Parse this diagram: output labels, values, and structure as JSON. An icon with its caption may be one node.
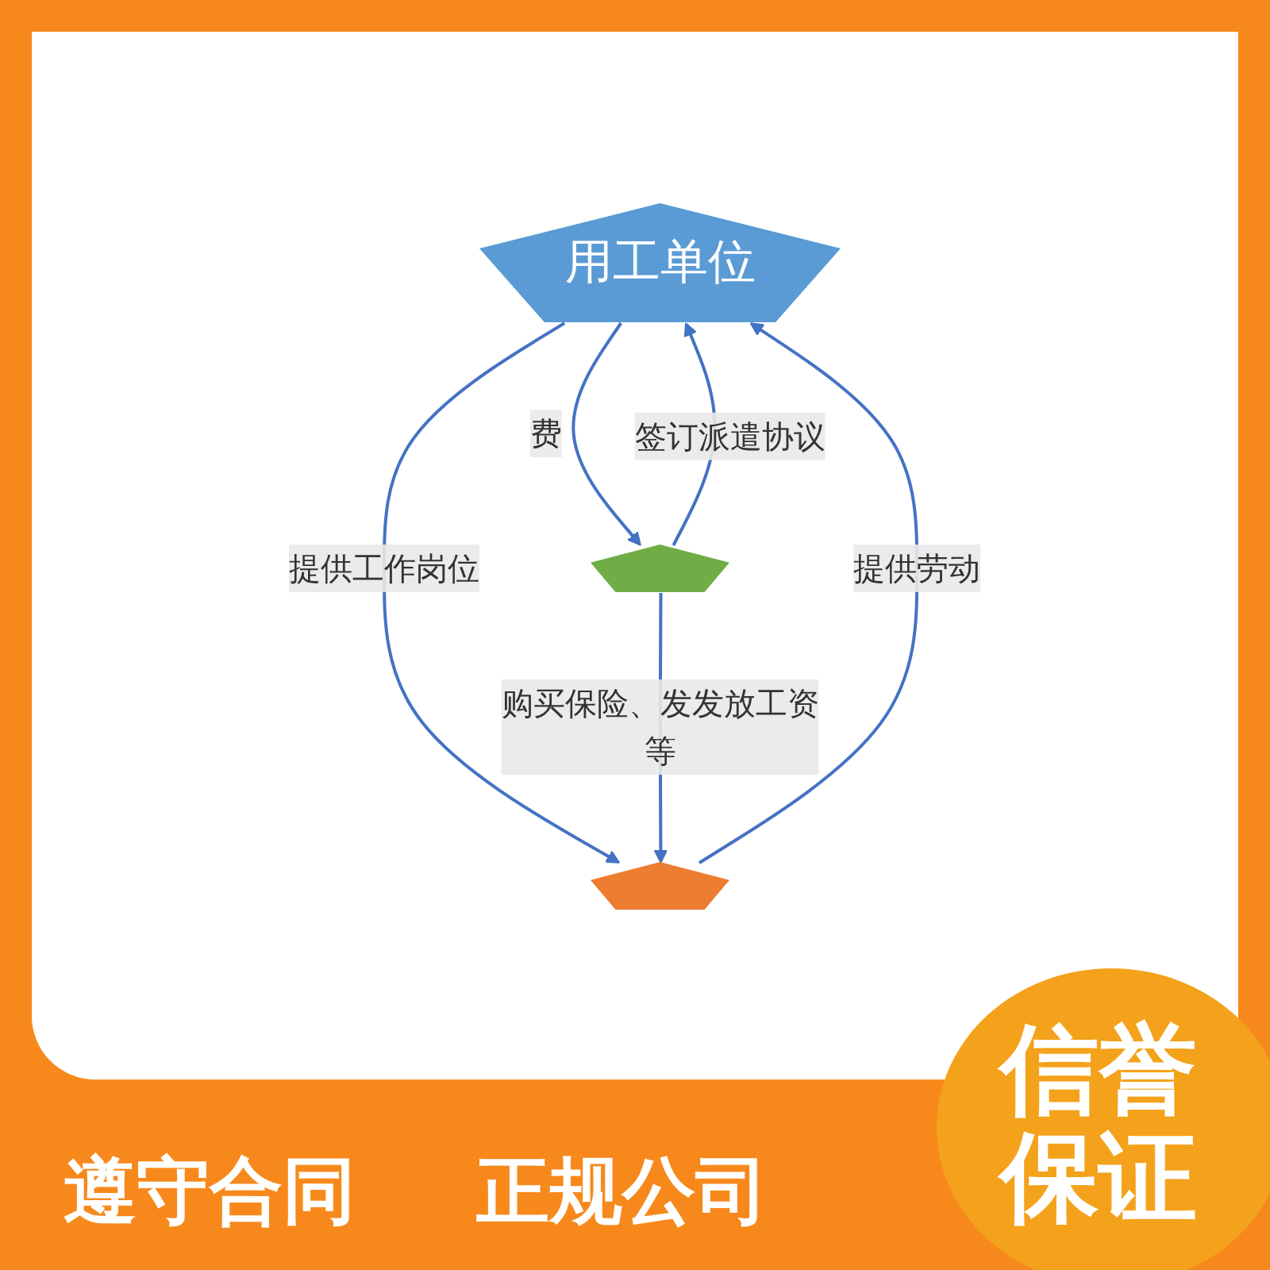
{
  "diagram": {
    "nodes": [
      {
        "text": [
          "用工单位"
        ]
      },
      {
        "text": [],
        "shape": "pentagon"
      },
      {
        "text": [],
        "shape": "pentagon"
      }
    ],
    "edges": [
      {
        "from": 0,
        "to": 1,
        "arrow": "to",
        "label": "费"
      },
      {
        "from": 1,
        "to": 0,
        "arrow": "to",
        "label": "签订派遣协议"
      },
      {
        "from": 2,
        "to": 0,
        "arrow": "to",
        "label": "提供劳动"
      },
      {
        "from": 0,
        "to": 2,
        "arrow": "to",
        "label": "提供工作岗位"
      },
      {
        "from": 1,
        "to": 2,
        "arrow": "to",
        "label": "购买保险、发发放工资等"
      }
    ],
    "labels": [
      "遵守合同",
      "正规公司",
      "信誉保证"
    ]
  }
}
